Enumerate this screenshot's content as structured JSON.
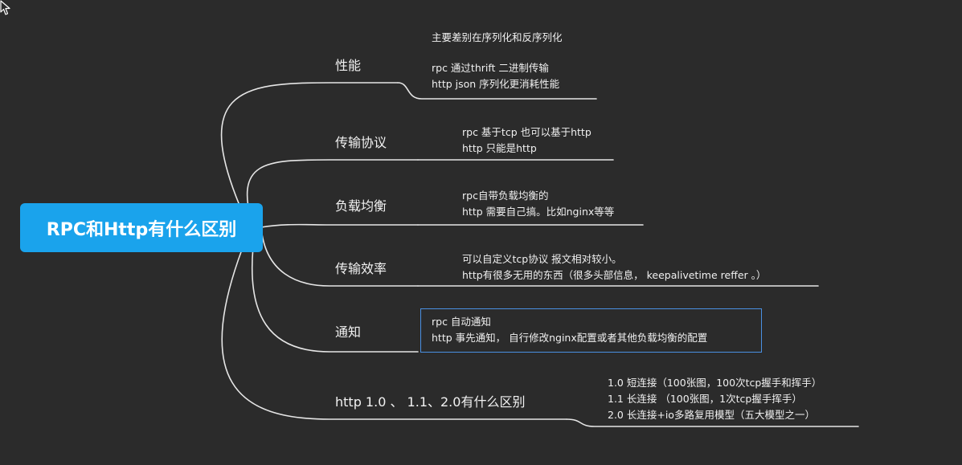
{
  "root": {
    "label": "RPC和Http有什么区别"
  },
  "branches": [
    {
      "label": "性能",
      "notes": [
        "主要差别在序列化和反序列化",
        "",
        "rpc 通过thrift 二进制传输",
        "http json 序列化更消耗性能"
      ]
    },
    {
      "label": "传输协议",
      "notes": [
        "rpc 基于tcp 也可以基于http",
        "http 只能是http"
      ]
    },
    {
      "label": "负载均衡",
      "notes": [
        "rpc自带负载均衡的",
        "http 需要自己搞。比如nginx等等"
      ]
    },
    {
      "label": "传输效率",
      "notes": [
        "可以自定义tcp协议 报文相对较小。",
        "http有很多无用的东西（很多头部信息， keepalivetime reffer 。）"
      ]
    },
    {
      "label": "通知",
      "notes": [
        "rpc 自动通知",
        "http 事先通知， 自行修改nginx配置或者其他负载均衡的配置"
      ],
      "selected": true
    },
    {
      "label": "http 1.0 、 1.1、2.0有什么区别",
      "notes": [
        "1.0 短连接（100张图，100次tcp握手和挥手）",
        "1.1 长连接 （100张图，1次tcp握手挥手）",
        "2.0 长连接+io多路复用模型（五大模型之一）"
      ]
    }
  ],
  "colors": {
    "background": "#2b2b2b",
    "root": "#1aa3ec",
    "line": "#e6e6e6",
    "selection": "#4a90e2"
  },
  "icons": {
    "cursor": "mouse-pointer-icon"
  }
}
